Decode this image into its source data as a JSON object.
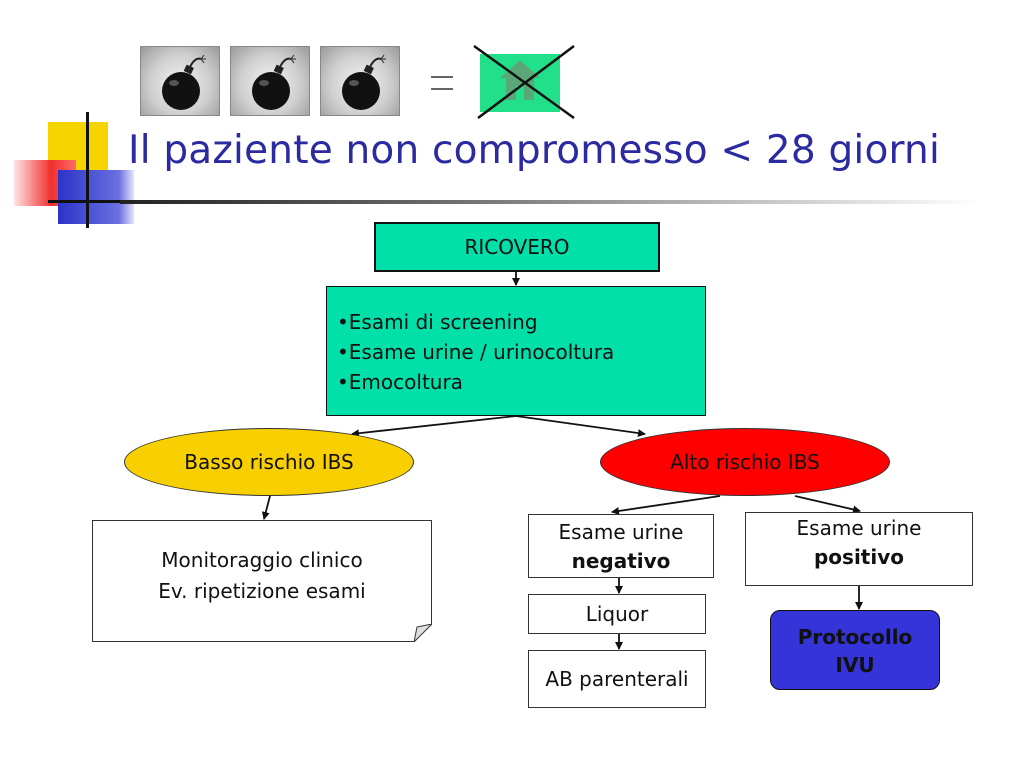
{
  "title": "Il paziente non compromesso < 28 giorni",
  "icons": {
    "bomb": "bomb-icon",
    "equals": "equals-icon",
    "home": "home-icon",
    "cross": "cross-out-icon"
  },
  "colors": {
    "title": "#2b2aa0",
    "teal": "#00e0a8",
    "yellow": "#f8cf00",
    "red": "#ff0000",
    "blue": "#3434d8"
  },
  "nodes": {
    "ricovero": "RICOVERO",
    "screening": [
      "•Esami di screening",
      "•Esame urine / urinocoltura",
      "•Emocoltura"
    ],
    "low_risk": "Basso rischio IBS",
    "high_risk": "Alto rischio IBS",
    "monitor": [
      "Monitoraggio clinico",
      "Ev. ripetizione esami"
    ],
    "urine_negative": {
      "line1": "Esame urine",
      "line2": "negativo"
    },
    "urine_positive": {
      "line1": "Esame urine",
      "line2": "positivo"
    },
    "liquor": "Liquor",
    "ab": "AB parenterali",
    "ivu": [
      "Protocollo",
      "IVU"
    ]
  }
}
